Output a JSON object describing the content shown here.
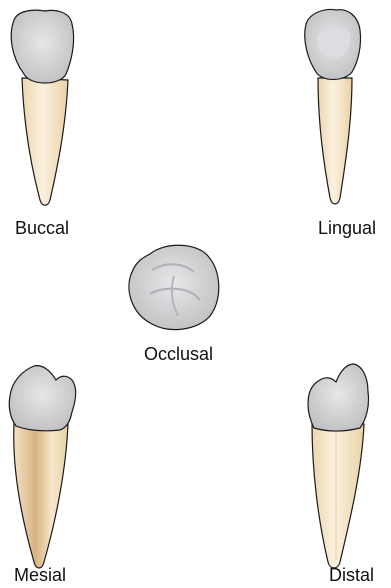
{
  "views": {
    "buccal": "Buccal",
    "lingual": "Lingual",
    "occlusal": "Occlusal",
    "mesial": "Mesial",
    "distal": "Distal"
  },
  "colors": {
    "crown": "#c8c9cb",
    "crown_highlight": "#e4e5e7",
    "root": "#f3e2c3",
    "root_highlight": "#fbf1df",
    "root_shadow": "#d9b98a",
    "outline": "#1a1a1a"
  }
}
